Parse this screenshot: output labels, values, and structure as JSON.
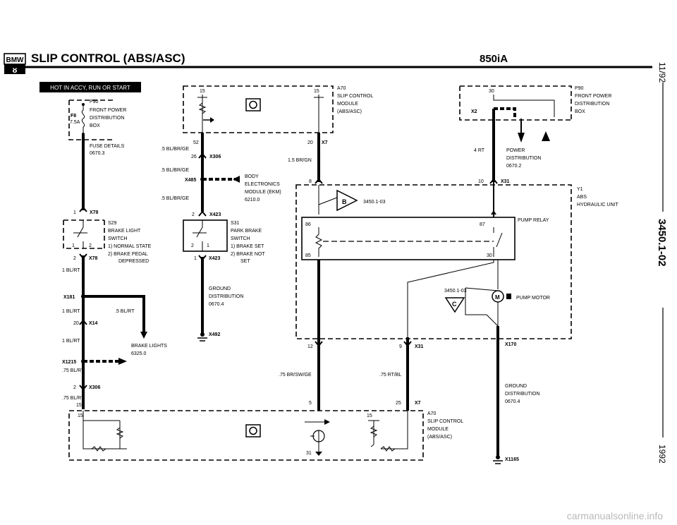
{
  "header": {
    "logo_top": "BMW",
    "logo_bottom": "8",
    "title": "SLIP CONTROL (ABS/ASC)",
    "model": "850iA"
  },
  "side": {
    "date": "11/92",
    "page": "3450.1-02",
    "year": "1992"
  },
  "banner": "HOT IN ACCY, RUN OR START",
  "left_circuit": {
    "p90_code": "P90",
    "p90_line1": "FRONT POWER",
    "p90_line2": "DISTRIBUTION",
    "p90_line3": "BOX",
    "fuse_name": "F8",
    "fuse_amp": "7.5A",
    "fuse_details_1": "FUSE DETAILS",
    "fuse_details_2": "0670.3",
    "x78_pin1": "1",
    "x78_name": "X78",
    "s29_code": "S29",
    "s29_line1": "BRAKE LIGHT",
    "s29_line2": "SWITCH",
    "s29_note1": "1) NORMAL STATE",
    "s29_note2a": "2) BRAKE PEDAL",
    "s29_note2b": "DEPRESSED",
    "sw_pin1": "1",
    "sw_pin2": "2",
    "x78b_pin": "2",
    "x78b_name": "X78",
    "w1": "1 BL/RT",
    "x181": "X181",
    "w2": "1 BL/RT",
    "w2b": ".5 BL/RT",
    "x14_pin": "20",
    "x14_name": "X14",
    "w3": "1 BL/RT",
    "brake_lights_1": "BRAKE LIGHTS",
    "brake_lights_2": "6325.0",
    "x1215": "X1215",
    "w4": ".75 BL/RT",
    "x306_pin": "2",
    "x306_name": "X306",
    "w5": ".75 BL/RT",
    "a70_pin": "15"
  },
  "center_circuit": {
    "a70_top_pin_l": "15",
    "a70_top_pin_r": "15",
    "a70_code": "A70",
    "a70_line1": "SLIP CONTROL",
    "a70_line2": "MODULE",
    "a70_line3": "(ABS/ASC)",
    "pin52": "52",
    "pin20": "20",
    "x7_name": "X7",
    "w_blbrge_1": ".5 BL/BR/GE",
    "x306_pin": "26",
    "x306_name": "X306",
    "w_brgn": "1.5 BR/GN",
    "w_blbrge_2": ".5 BL/BR/GE",
    "x485": "X485",
    "body1": "BODY",
    "body2": "ELECTRONICS",
    "body3": "MODULE (EKM)",
    "body4": "6210.0",
    "w_blbrge_3": ".5 BL/BR/GE",
    "x423_pin": "2",
    "x423_name": "X423",
    "s31_code": "S31",
    "s31_line1": "PARK BRAKE",
    "s31_line2": "SWITCH",
    "s31_note1": "1) BRAKE SET",
    "s31_note2a": "2) BRAKE NOT",
    "s31_note2b": "SET",
    "s31_pin2": "2",
    "s31_pin1": "1",
    "x423b_pin": "1",
    "x423b_name": "X423",
    "gd1": "GROUND",
    "gd2": "DISTRIBUTION",
    "gd3": "0670.4",
    "x492": "X492"
  },
  "right_circuit": {
    "p90_code": "P90",
    "p90_line1": "FRONT POWER",
    "p90_line2": "DISTRIBUTION",
    "p90_line3": "BOX",
    "pin30": "30",
    "x2": "X2",
    "w_4rt": "4 RT",
    "pd1": "POWER",
    "pd2": "DISTRIBUTION",
    "pd3": "0670.2",
    "pin10": "10",
    "x31_name": "X31",
    "pin8": "8",
    "y1_code": "Y1",
    "y1_line1": "ABS",
    "y1_line2": "HYDRAULIC UNIT",
    "ref_b_letter": "B",
    "ref_b_page": "3450.1-03",
    "pump_relay": "PUMP RELAY",
    "pin86": "86",
    "pin87": "87",
    "pin85": "85",
    "pin30b": "30",
    "ref_c_page": "3450.1-03",
    "ref_c_letter": "C",
    "motor_label": "PUMP MOTOR",
    "motor_m": "M",
    "pin12": "12",
    "pin9": "9",
    "x31b_name": "X31",
    "x170": "X170",
    "w_brswge": ".75 BR/SW/GE",
    "w_rtbl": ".75 RT/BL",
    "pin5": "5",
    "pin25": "25",
    "x7_name": "X7",
    "gd1": "GROUND",
    "gd2": "DISTRIBUTION",
    "gd3": "0670.4",
    "x1165": "X1165"
  },
  "bottom_module": {
    "pin15a": "15",
    "pin15b": "15",
    "pin31": "31",
    "a70_code": "A70",
    "a70_line1": "SLIP CONTROL",
    "a70_line2": "MODULE",
    "a70_line3": "(ABS/ASC)"
  },
  "watermark": "carmanualsonline.info"
}
